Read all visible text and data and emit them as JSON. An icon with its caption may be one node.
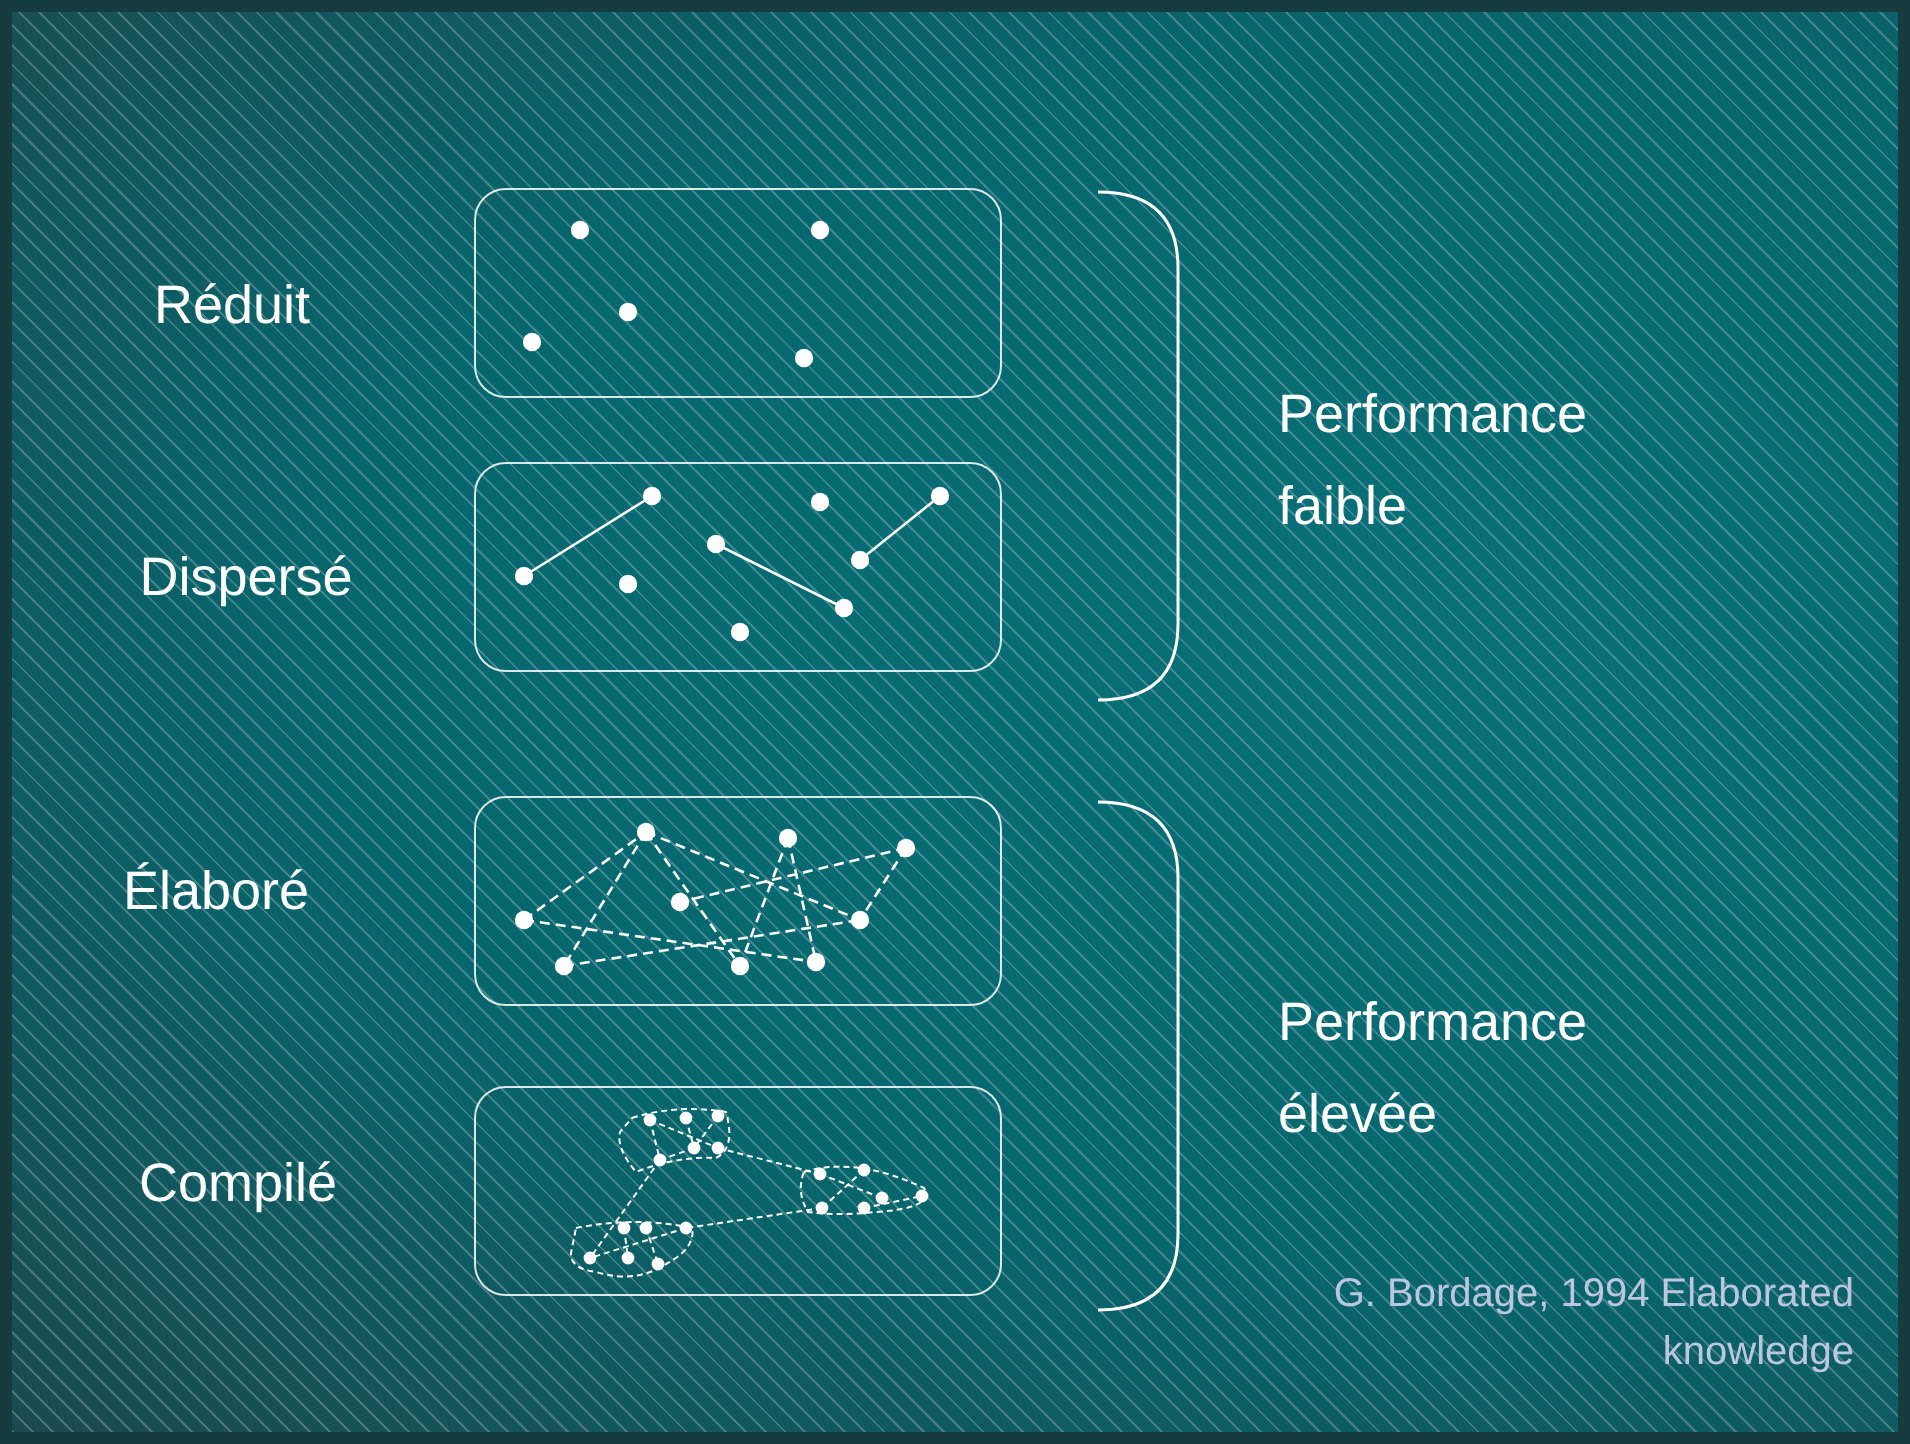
{
  "diagram": {
    "caption": "G. Bordage, 1994 Elaborated knowledge",
    "nodes": [
      {
        "text": [
          "Réduit"
        ]
      },
      {
        "text": [
          "Dispersé"
        ]
      },
      {
        "text": [
          "Élaboré"
        ]
      },
      {
        "text": [
          "Compilé"
        ]
      }
    ],
    "labels": [
      "Performance faible",
      "Performance élevée"
    ]
  }
}
